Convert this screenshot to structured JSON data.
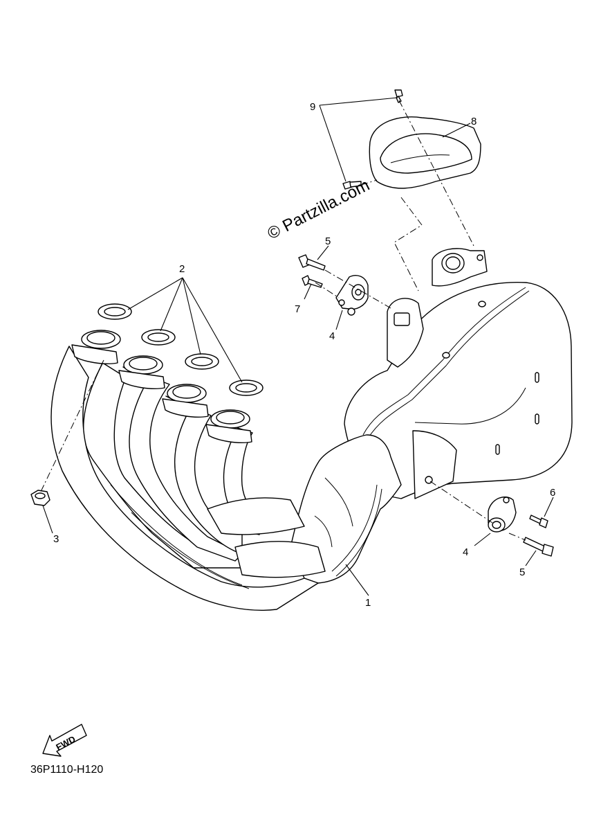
{
  "watermark": "© Partzilla.com",
  "diagram_code": "36P1110-H120",
  "fwd_label": "FWD",
  "callouts": [
    {
      "id": "c1",
      "label": "1"
    },
    {
      "id": "c2",
      "label": "2"
    },
    {
      "id": "c3",
      "label": "3"
    },
    {
      "id": "c4a",
      "label": "4"
    },
    {
      "id": "c4b",
      "label": "4"
    },
    {
      "id": "c5a",
      "label": "5"
    },
    {
      "id": "c5b",
      "label": "5"
    },
    {
      "id": "c6",
      "label": "6"
    },
    {
      "id": "c7",
      "label": "7"
    },
    {
      "id": "c8",
      "label": "8"
    },
    {
      "id": "c9",
      "label": "9"
    }
  ]
}
